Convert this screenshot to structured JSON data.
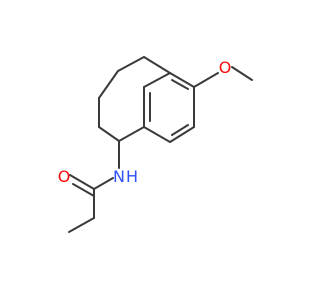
{
  "molecule": {
    "atoms": {
      "oxygen_methoxy": "O",
      "nitrogen_amide": "N",
      "hydrogen_amide": "H",
      "oxygen_carbonyl": "O"
    },
    "colors": {
      "bond": "#3a3a3a",
      "oxygen": "#ff0d0d",
      "nitrogen": "#3050f8",
      "background": "#ffffff"
    }
  }
}
